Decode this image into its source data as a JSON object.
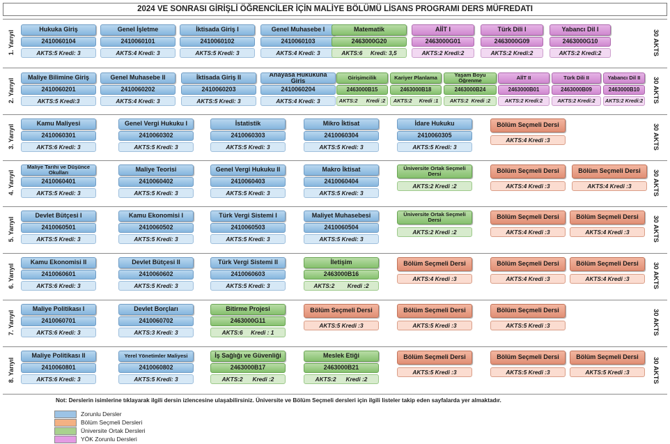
{
  "title": "2024 VE SONRASI GİRİŞLİ ÖĞRENCİLER İÇİN MALİYE BÖLÜMÜ LİSANS PROGRAMI DERS MÜFREDATI",
  "note": "Not: Derslerin isimlerine tıklayarak ilgili dersin izlencesine ulaşabilirsiniz. Üniversite ve Bölüm Seçmeli dersleri için ilgili listeler takip eden sayfalarda yer almaktadır.",
  "legend": [
    {
      "label": "Zorunlu Dersler",
      "color": "#9cc3e5"
    },
    {
      "label": "Bölüm Seçmeli Dersleri",
      "color": "#f4b183"
    },
    {
      "label": "Üniversite Ortak Dersleri",
      "color": "#a9d18e"
    },
    {
      "label": "YÖK Zorunlu Dersleri",
      "color": "#e39be3"
    }
  ],
  "years": [
    {
      "label": "1. Yarıyıl",
      "akts": "30 AKTS",
      "courses": [
        {
          "name": "Hukuka Giriş",
          "code": "2410060104",
          "credit": "AKTS:5 Kredi: 3",
          "type": "blue"
        },
        {
          "name": "Genel İşletme",
          "code": "2410060101",
          "credit": "AKTS:4 Kredi: 3",
          "type": "blue"
        },
        {
          "name": "İktisada Giriş I",
          "code": "2410060102",
          "credit": "AKTS:5 Kredi: 3",
          "type": "blue"
        },
        {
          "name": "Genel Muhasebe I",
          "code": "2410060103",
          "credit": "AKTS:4 Kredi: 3",
          "type": "blue"
        },
        {
          "name": "Matematik",
          "code": "2463000G20",
          "credit": "AKTS:6     Kredi: 3,5",
          "type": "green"
        },
        {
          "name": "AİİT I",
          "code": "2463000G01",
          "credit": "AKTS:2 Kredi:2",
          "type": "pink"
        },
        {
          "name": "Türk Dili I",
          "code": "2463000G09",
          "credit": "AKTS:2 Kredi:2",
          "type": "pink"
        },
        {
          "name": "Yabancı Dil I",
          "code": "2463000G10",
          "credit": "AKTS:2 Kredi:2",
          "type": "pink"
        }
      ]
    },
    {
      "label": "2. Yarıyıl",
      "akts": "30 AKTS",
      "courses": [
        {
          "name": "Maliye Bilimine Giriş",
          "code": "2410060201",
          "credit": "AKTS:5 Kredi:3",
          "type": "blue"
        },
        {
          "name": "Genel Muhasebe II",
          "code": "2410060202",
          "credit": "AKTS:4 Kredi: 3",
          "type": "blue"
        },
        {
          "name": "İktisada Giriş II",
          "code": "2410060203",
          "credit": "AKTS:5 Kredi: 3",
          "type": "blue"
        },
        {
          "name": "Anayasa Hukukuna Giriş",
          "code": "2410060204",
          "credit": "AKTS:4 Kredi: 3",
          "type": "blue"
        },
        {
          "name": "Girişimcilik",
          "code": "2463000B15",
          "credit": "AKTS:2      Kredi :2",
          "type": "green"
        },
        {
          "name": "Kariyer Planlama",
          "code": "2463000B18",
          "credit": "AKTS:2     Kredi :1",
          "type": "green"
        },
        {
          "name": "Yaşam Boyu Öğrenme",
          "code": "2463000B24",
          "credit": "AKTS:2  Kredi :2",
          "type": "green"
        },
        {
          "name": "AİİT II",
          "code": "2463000B01",
          "credit": "AKTS:2 Kredi:2",
          "type": "pink"
        },
        {
          "name": "Türk Dili II",
          "code": "2463000B09",
          "credit": "AKTS:2 Kredi:2",
          "type": "pink"
        },
        {
          "name": "Yabancı Dil II",
          "code": "2463000B10",
          "credit": "AKTS:2 Kredi:2",
          "type": "pink"
        }
      ]
    },
    {
      "label": "3. Yarıyıl",
      "akts": "30 AKTS",
      "courses": [
        {
          "name": "Kamu Maliyesi",
          "code": "2410060301",
          "credit": "AKTS:6 Kredi: 3",
          "type": "blue"
        },
        {
          "name": "Genel Vergi Hukuku I",
          "code": "2410060302",
          "credit": "AKTS:5 Kredi: 3",
          "type": "blue"
        },
        {
          "name": "İstatistik",
          "code": "2410060303",
          "credit": "AKTS:5 Kredi: 3",
          "type": "blue"
        },
        {
          "name": "Mikro İktisat",
          "code": "2410060304",
          "credit": "AKTS:5 Kredi: 3",
          "type": "blue"
        },
        {
          "name": "İdare Hukuku",
          "code": "2410060305",
          "credit": "AKTS:5 Kredi: 3",
          "type": "blue"
        },
        {
          "name": "Bölüm Seçmeli Dersi",
          "code": "",
          "credit": "AKTS:4 Kredi :3",
          "type": "orange"
        }
      ]
    },
    {
      "label": "4. Yarıyıl",
      "akts": "30 AKTS",
      "courses": [
        {
          "name": "Maliye Tarihi ve Düşünce Okulları",
          "code": "2410060401",
          "credit": "AKTS:5 Kredi: 3",
          "type": "blue"
        },
        {
          "name": "Maliye Teorisi",
          "code": "2410060402",
          "credit": "AKTS:5 Kredi: 3",
          "type": "blue"
        },
        {
          "name": "Genel Vergi Hukuku II",
          "code": "2410060403",
          "credit": "AKTS:5 Kredi: 3",
          "type": "blue"
        },
        {
          "name": "Makro İktisat",
          "code": "2410060404",
          "credit": "AKTS:5 Kredi: 3",
          "type": "blue"
        },
        {
          "name": "Üniversite Ortak Seçmeli Dersi",
          "code": "",
          "credit": "AKTS:2 Kredi :2",
          "type": "green"
        },
        {
          "name": "Bölüm Seçmeli Dersi",
          "code": "",
          "credit": "AKTS:4 Kredi :3",
          "type": "orange"
        },
        {
          "name": "Bölüm Seçmeli Dersi",
          "code": "",
          "credit": "AKTS:4 Kredi :3",
          "type": "orange"
        }
      ]
    },
    {
      "label": "5. Yarıyıl",
      "akts": "30 AKTS",
      "courses": [
        {
          "name": "Devlet Bütçesi I",
          "code": "2410060501",
          "credit": "AKTS:5 Kredi: 3",
          "type": "blue"
        },
        {
          "name": "Kamu Ekonomisi I",
          "code": "2410060502",
          "credit": "AKTS:5 Kredi: 3",
          "type": "blue"
        },
        {
          "name": "Türk Vergi Sistemi I",
          "code": "2410060503",
          "credit": "AKTS:5 Kredi: 3",
          "type": "blue"
        },
        {
          "name": "Maliyet Muhasebesi",
          "code": "2410060504",
          "credit": "AKTS:5 Kredi: 3",
          "type": "blue"
        },
        {
          "name": "Üniversite  Ortak Seçmeli Dersi",
          "code": "",
          "credit": "AKTS:2 Kredi :2",
          "type": "green"
        },
        {
          "name": "Bölüm Seçmeli Dersi",
          "code": "",
          "credit": "AKTS:4 Kredi :3",
          "type": "orange"
        },
        {
          "name": "Bölüm Seçmeli Dersi",
          "code": "",
          "credit": "AKTS:4 Kredi :3",
          "type": "orange"
        }
      ]
    },
    {
      "label": "6. Yarıyıl",
      "akts": "30 AKTS",
      "courses": [
        {
          "name": "Kamu Ekonomisi II",
          "code": "2410060601",
          "credit": "AKTS:6 Kredi: 3",
          "type": "blue"
        },
        {
          "name": "Devlet Bütçesi II",
          "code": "2410060602",
          "credit": "AKTS:5 Kredi: 3",
          "type": "blue"
        },
        {
          "name": "Türk Vergi Sistemi II",
          "code": "2410060603",
          "credit": "AKTS:5 Kredi: 3",
          "type": "blue"
        },
        {
          "name": "İletişim",
          "code": "2463000B16",
          "credit": "AKTS:2        Kredi :2",
          "type": "green"
        },
        {
          "name": "Bölüm Seçmeli Dersi",
          "code": "",
          "credit": "AKTS:4 Kredi :3",
          "type": "orange"
        },
        {
          "name": "Bölüm Seçmeli Dersi",
          "code": "",
          "credit": "AKTS:4 Kredi :3",
          "type": "orange"
        },
        {
          "name": "Bölüm Seçmeli Dersi",
          "code": "",
          "credit": "AKTS:4 Kredi :3",
          "type": "orange"
        }
      ]
    },
    {
      "label": "7. Yarıyıl",
      "akts": "30 AKTS",
      "courses": [
        {
          "name": "Maliye Politikası I",
          "code": "2410060701",
          "credit": "AKTS:6 Kredi: 3",
          "type": "blue"
        },
        {
          "name": "Devlet Borçları",
          "code": "2410060702",
          "credit": "AKTS:3 Kredi: 3",
          "type": "blue"
        },
        {
          "name": "Bitirme Projesi",
          "code": "2463000G11",
          "credit": "AKTS:6     Kredi : 1",
          "type": "green"
        },
        {
          "name": "Bölüm Seçmeli Dersi",
          "code": "",
          "credit": "AKTS:5 Kredi :3",
          "type": "orange"
        },
        {
          "name": "Bölüm Seçmeli Dersi",
          "code": "",
          "credit": "AKTS:5 Kredi :3",
          "type": "orange"
        },
        {
          "name": "Bölüm Seçmeli Dersi",
          "code": "",
          "credit": "AKTS:5 Kredi :3",
          "type": "orange"
        }
      ]
    },
    {
      "label": "8. Yarıyıl",
      "akts": "30 AKTS",
      "courses": [
        {
          "name": "Maliye Politikası II",
          "code": "2410060801",
          "credit": "AKTS:6 Kredi: 3",
          "type": "blue"
        },
        {
          "name": "Yerel Yönetimler Maliyesi",
          "code": "2410060802",
          "credit": "AKTS:5 Kredi: 3",
          "type": "blue"
        },
        {
          "name": "İş Sağlığı ve Güvenliği",
          "code": "2463000B17",
          "credit": "AKTS:2      Kredi :2",
          "type": "green"
        },
        {
          "name": "Meslek Etiği",
          "code": "2463000B21",
          "credit": "AKTS:2      Kredi :2",
          "type": "green"
        },
        {
          "name": "Bölüm Seçmeli Dersi",
          "code": "",
          "credit": "AKTS:5 Kredi :3",
          "type": "orange"
        },
        {
          "name": "Bölüm Seçmeli Dersi",
          "code": "",
          "credit": "AKTS:5 Kredi :3",
          "type": "orange"
        },
        {
          "name": "Bölüm Seçmeli Dersi",
          "code": "",
          "credit": "AKTS:5 Kredi :3",
          "type": "orange"
        }
      ]
    }
  ]
}
